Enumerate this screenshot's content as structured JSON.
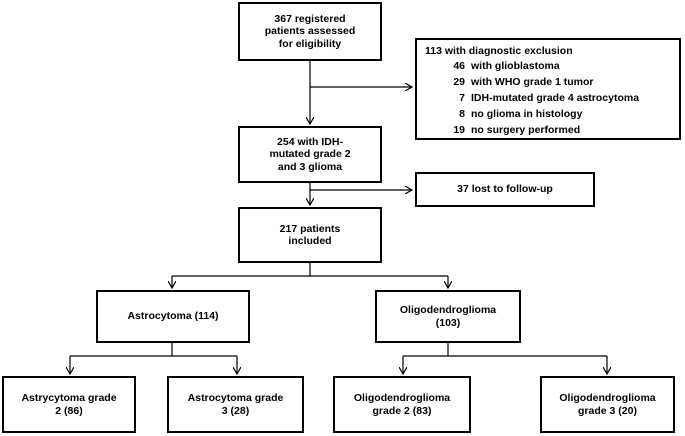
{
  "flowchart": {
    "registered": "367 registered\npatients assessed\nfor eligibility",
    "exclusion": {
      "title": "113 with diagnostic exclusion",
      "items": [
        {
          "n": "46",
          "label": "with glioblastoma"
        },
        {
          "n": "29",
          "label": "with WHO grade 1 tumor"
        },
        {
          "n": "7",
          "label": "IDH-mutated grade 4 astrocytoma"
        },
        {
          "n": "8",
          "label": "no glioma in histology"
        },
        {
          "n": "19",
          "label": "no surgery performed"
        }
      ]
    },
    "idh_mutated": "254 with IDH-\nmutated grade 2\nand 3 glioma",
    "lost": "37 lost to follow-up",
    "included": "217 patients\nincluded",
    "astrocytoma": "Astrocytoma (114)",
    "oligodendroglioma": "Oligodendroglioma\n(103)",
    "astro_g2": "Astrycytoma grade\n2 (86)",
    "astro_g3": "Astrocytoma grade\n3 (28)",
    "oligo_g2": "Oligodendroglioma\ngrade 2 (83)",
    "oligo_g3": "Oligodendroglioma\ngrade 3 (20)"
  }
}
